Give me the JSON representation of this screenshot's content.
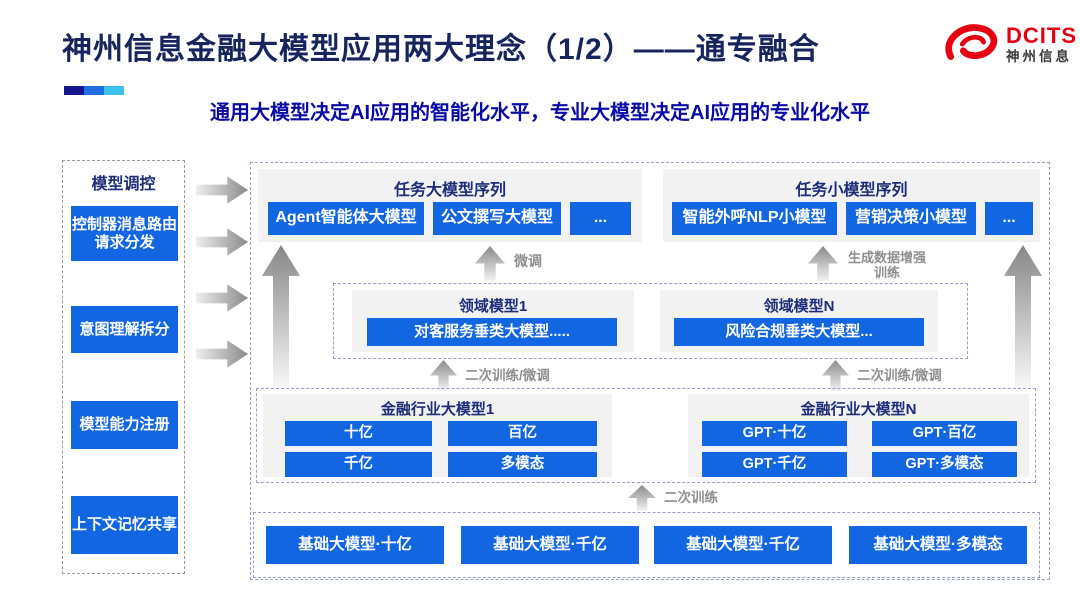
{
  "header": {
    "title": "神州信息金融大模型应用两大理念（1/2）——通专融合",
    "subtitle": "通用大模型决定AI应用的智能化水平，专业大模型决定AI应用的专业化水平",
    "logo": {
      "name": "DCITS",
      "subtext": "神州信息"
    },
    "accent_colors": [
      "#14148c",
      "#1f6fe0",
      "#3ec1ea"
    ]
  },
  "colors": {
    "title_navy": "#18245e",
    "subtitle_blue": "#0a0aa4",
    "button_blue": "#1266e2",
    "group_header_navy": "#1e2d7a",
    "group_bg": "#f2f2f2",
    "logo_red": "#e60012",
    "flow_label_gray": "#8f8f8f"
  },
  "sidebar": {
    "title": "模型调控",
    "items": [
      {
        "label": "控制器消息路由请求分发"
      },
      {
        "label": "意图理解拆分"
      },
      {
        "label": "模型能力注册"
      },
      {
        "label": "上下文记忆共享"
      }
    ]
  },
  "diagram": {
    "task_large": {
      "title": "任务大模型序列",
      "items": [
        "Agent智能体大模型",
        "公文撰写大模型",
        "..."
      ]
    },
    "task_small": {
      "title": "任务小模型序列",
      "items": [
        "智能外呼NLP小模型",
        "营销决策小模型",
        "..."
      ]
    },
    "labels": {
      "finetune": "微调",
      "gen_data_train": "生成数据增强训练",
      "retrain_finetune": "二次训练/微调",
      "retrain": "二次训练"
    },
    "domain": [
      {
        "title": "领域模型1",
        "item": "对客服务垂类大模型....."
      },
      {
        "title": "领域模型N",
        "item": "风险合规垂类大模型..."
      }
    ],
    "industry": [
      {
        "title": "金融行业大模型1",
        "items": [
          "十亿",
          "百亿",
          "千亿",
          "多模态"
        ]
      },
      {
        "title": "金融行业大模型N",
        "items": [
          "GPT·十亿",
          "GPT·百亿",
          "GPT·千亿",
          "GPT·多模态"
        ]
      }
    ],
    "base_models": [
      "基础大模型·十亿",
      "基础大模型·千亿",
      "基础大模型·千亿",
      "基础大模型·多模态"
    ]
  }
}
